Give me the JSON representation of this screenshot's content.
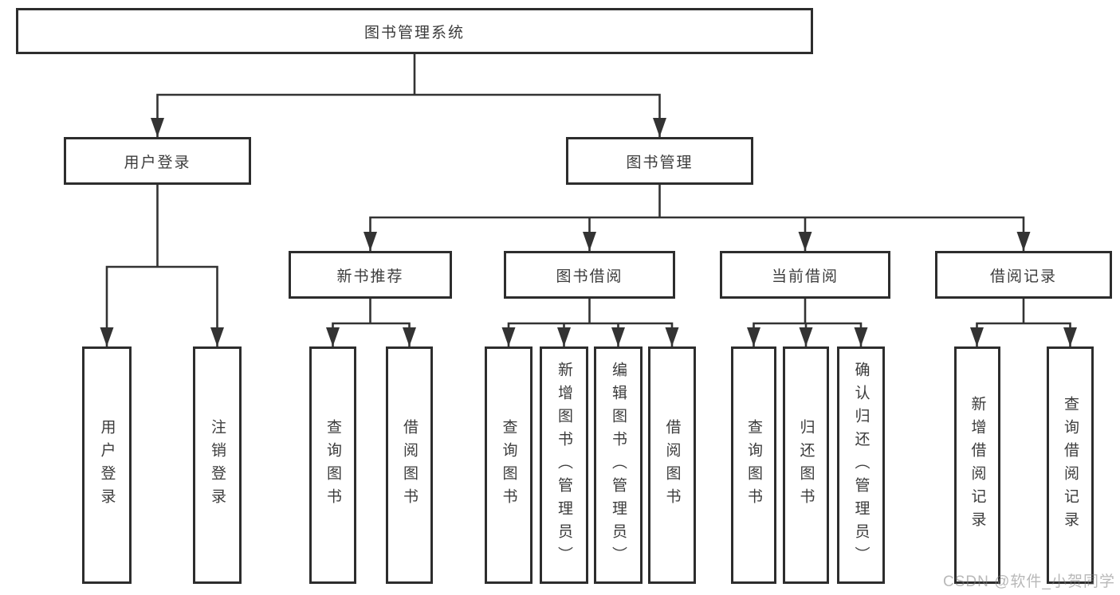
{
  "diagram": {
    "root": {
      "label": "图书管理系统"
    },
    "branches": [
      {
        "label": "用户登录",
        "children": [
          {
            "label": "用户登录"
          },
          {
            "label": "注销登录"
          }
        ]
      },
      {
        "label": "图书管理",
        "groups": [
          {
            "label": "新书推荐",
            "children": [
              {
                "label": "查询图书"
              },
              {
                "label": "借阅图书"
              }
            ]
          },
          {
            "label": "图书借阅",
            "children": [
              {
                "label": "查询图书"
              },
              {
                "label": "新增图书（管理员）"
              },
              {
                "label": "编辑图书（管理员）"
              },
              {
                "label": "借阅图书"
              }
            ]
          },
          {
            "label": "当前借阅",
            "children": [
              {
                "label": "查询图书"
              },
              {
                "label": "归还图书"
              },
              {
                "label": "确认归还（管理员）"
              }
            ]
          },
          {
            "label": "借阅记录",
            "children": [
              {
                "label": "新增借阅记录"
              },
              {
                "label": "查询借阅记录"
              }
            ]
          }
        ]
      }
    ]
  },
  "watermark": "CSDN @软件_小贺同学",
  "colors": {
    "line": "#333333",
    "border": "#2d2d2d",
    "text": "#3c3c3c",
    "background": "#ffffff",
    "watermark": "#9e9e9e"
  }
}
